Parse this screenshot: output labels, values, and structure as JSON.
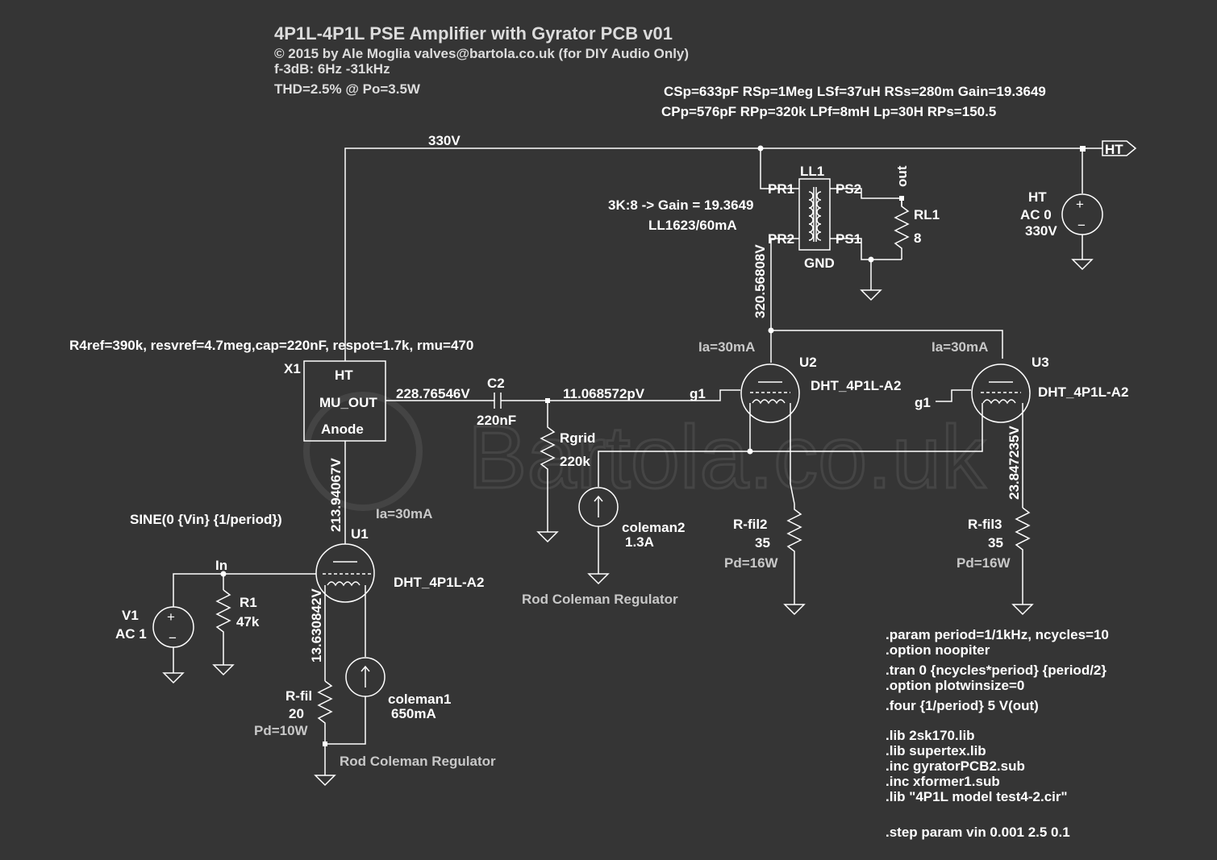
{
  "title": "4P1L-4P1L PSE Amplifier with Gyrator PCB v01",
  "copyright": "© 2015 by Ale Moglia valves@bartola.co.uk (for DIY Audio Only)",
  "f3db": "f-3dB: 6Hz -31kHz",
  "thd": "THD=2.5% @ Po=3.5W",
  "watermark": "Bartola.co.uk",
  "xformer_params": {
    "line1": "CSp=633pF RSp=1Meg LSf=37uH RSs=280m Gain=19.3649",
    "line2": "CPp=576pF RPp=320k LPf=8mH Lp=30H RPs=150.5"
  },
  "nets": {
    "ht_rail": "330V",
    "ht_port": "HT",
    "out": "out",
    "in": "In",
    "gnd": "GND",
    "g1_u2": "g1",
    "g1_u3": "g1"
  },
  "voltages": {
    "mu_out": "228.76546V",
    "grid": "11.068572pV",
    "u2_plate": "320.56808V",
    "u1_plate": "213.94067V",
    "u1_fil": "13.630842V",
    "u3_fil": "23.847235V"
  },
  "ll1": {
    "name": "LL1",
    "pr1": "PR1",
    "pr2": "PR2",
    "ps1": "PS1",
    "ps2": "PS2",
    "gain_note": "3K:8 -> Gain =  19.3649",
    "model": "LL1623/60mA"
  },
  "rl1": {
    "name": "RL1",
    "value": "8"
  },
  "ht_source": {
    "name": "HT",
    "ac": "AC 0",
    "value": "330V"
  },
  "x1": {
    "params": "R4ref=390k, resvref=4.7meg,cap=220nF, respot=1.7k, rmu=470",
    "name": "X1",
    "pin_ht": "HT",
    "pin_mu_out": "MU_OUT",
    "pin_anode": "Anode"
  },
  "c2": {
    "name": "C2",
    "value": "220nF"
  },
  "rgrid": {
    "name": "Rgrid",
    "value": "220k"
  },
  "u2": {
    "name": "U2",
    "model": "DHT_4P1L-A2",
    "ia": "Ia=30mA"
  },
  "u3": {
    "name": "U3",
    "model": "DHT_4P1L-A2",
    "ia": "Ia=30mA"
  },
  "u1": {
    "name": "U1",
    "model": "DHT_4P1L-A2",
    "ia": "Ia=30mA"
  },
  "coleman2": {
    "name": "coleman2",
    "value": "1.3A",
    "label": "Rod Coleman Regulator"
  },
  "coleman1": {
    "name": "coleman1",
    "value": "650mA",
    "label": "Rod Coleman Regulator"
  },
  "rfil2": {
    "name": "R-fil2",
    "value": "35",
    "pd": "Pd=16W"
  },
  "rfil3": {
    "name": "R-fil3",
    "value": "35",
    "pd": "Pd=16W"
  },
  "rfil": {
    "name": "R-fil",
    "value": "20",
    "pd": "Pd=10W"
  },
  "sine": "SINE(0 {Vin} {1/period})",
  "v1": {
    "name": "V1",
    "ac": "AC 1"
  },
  "r1": {
    "name": "R1",
    "value": "47k"
  },
  "directives": [
    ".param period=1/1kHz, ncycles=10",
    ".option noopiter",
    ".tran 0 {ncycles*period} {period/2}",
    ".option plotwinsize=0",
    ".four {1/period} 5 V(out)",
    ".lib 2sk170.lib",
    ".lib supertex.lib",
    ".inc gyratorPCB2.sub",
    ".inc xformer1.sub",
    ".lib \"4P1L model test4-2.cir\"",
    ".step param vin 0.001 2.5 0.1"
  ]
}
